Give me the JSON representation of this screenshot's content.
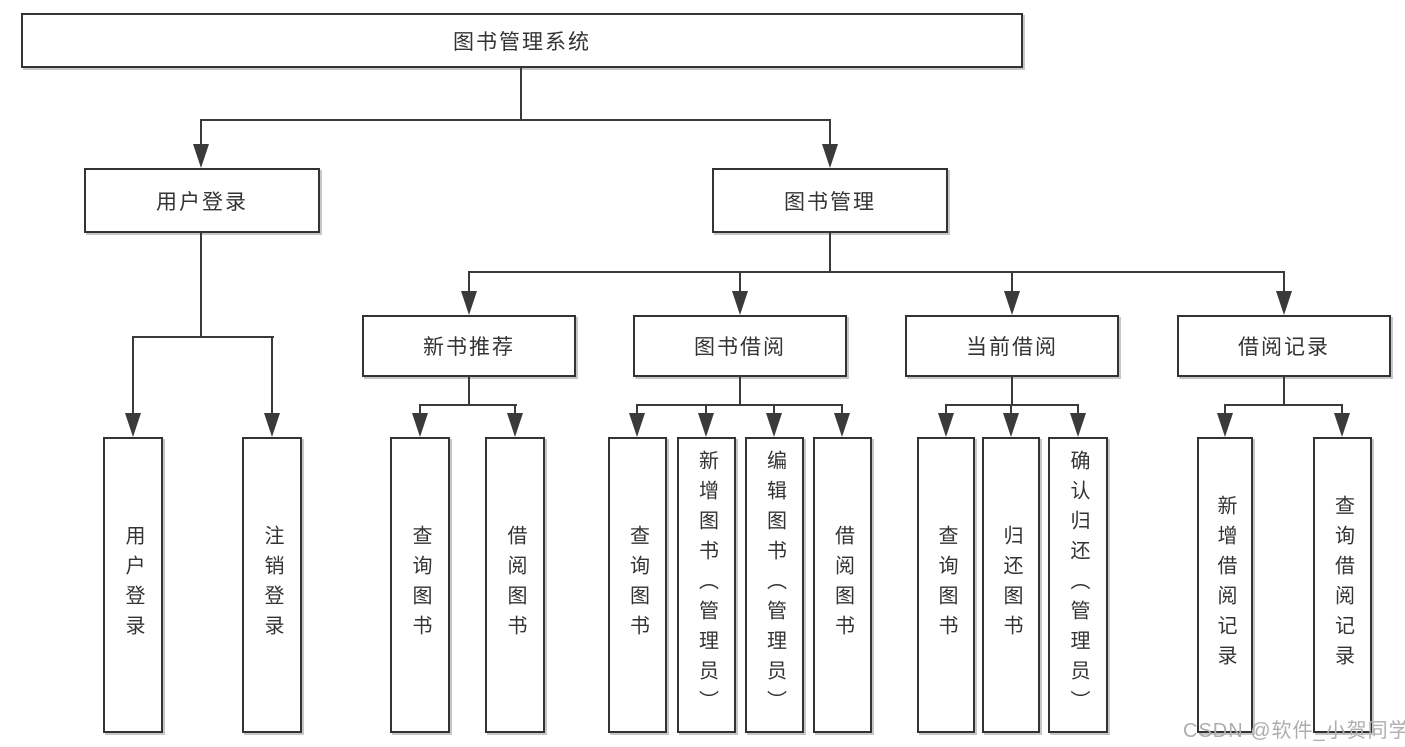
{
  "diagram": {
    "title": "图书管理系统",
    "type": "function-structure-tree",
    "colors": {
      "background": "#ffffff",
      "box_fill": "#ffffff",
      "box_border": "#333333",
      "line": "#3a3a3a",
      "text": "#333333",
      "watermark": "#aeaeae"
    }
  },
  "nodes": {
    "root": {
      "label": "图书管理系统"
    },
    "user_login": {
      "label": "用户登录"
    },
    "book_mgmt": {
      "label": "图书管理"
    },
    "new_book_rec": {
      "label": "新书推荐"
    },
    "book_borrow": {
      "label": "图书借阅"
    },
    "current_borrow": {
      "label": "当前借阅"
    },
    "borrow_record": {
      "label": "借阅记录"
    },
    "ul_user_login": {
      "label": "用户登录"
    },
    "ul_logout": {
      "label": "注销登录"
    },
    "nbr_query": {
      "label": "查询图书"
    },
    "nbr_borrow": {
      "label": "借阅图书"
    },
    "bb_query": {
      "label": "查询图书"
    },
    "bb_add": {
      "label": "新增图书（管理员）"
    },
    "bb_edit": {
      "label": "编辑图书（管理员）"
    },
    "bb_borrow": {
      "label": "借阅图书"
    },
    "cb_query": {
      "label": "查询图书"
    },
    "cb_return": {
      "label": "归还图书"
    },
    "cb_confirm": {
      "label": "确认归还（管理员）"
    },
    "br_add": {
      "label": "新增借阅记录"
    },
    "br_query": {
      "label": "查询借阅记录"
    }
  },
  "hierarchy": {
    "图书管理系统": [
      "用户登录",
      "图书管理"
    ],
    "用户登录": [
      "用户登录",
      "注销登录"
    ],
    "图书管理": [
      "新书推荐",
      "图书借阅",
      "当前借阅",
      "借阅记录"
    ],
    "新书推荐": [
      "查询图书",
      "借阅图书"
    ],
    "图书借阅": [
      "查询图书",
      "新增图书（管理员）",
      "编辑图书（管理员）",
      "借阅图书"
    ],
    "当前借阅": [
      "查询图书",
      "归还图书",
      "确认归还（管理员）"
    ],
    "借阅记录": [
      "新增借阅记录",
      "查询借阅记录"
    ]
  },
  "watermark": {
    "text": "CSDN @软件_小贺同学"
  }
}
